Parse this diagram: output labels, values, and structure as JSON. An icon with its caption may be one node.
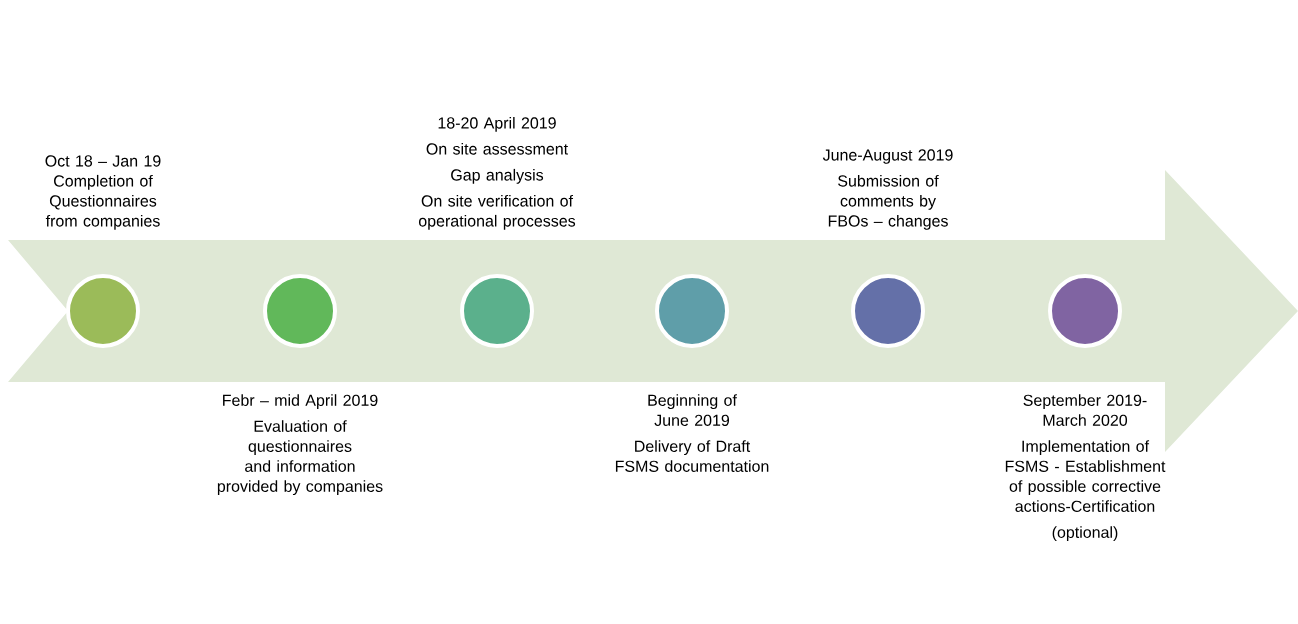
{
  "diagram": {
    "nodes": [
      {
        "text": [],
        "shape": "circle",
        "beside": [
          "Oct 18 – Jan 19 Completion of Questionnaires from companies"
        ]
      },
      {
        "text": [],
        "shape": "circle",
        "beside": [
          "Febr – mid April 2019",
          "Evaluation of questionnaires and information provided by companies"
        ]
      },
      {
        "text": [],
        "shape": "circle",
        "beside": [
          "18-20 April 2019",
          "On site assessment",
          "Gap analysis",
          "On site verification of operational processes"
        ]
      },
      {
        "text": [],
        "shape": "circle",
        "beside": [
          "Beginning of June 2019",
          "Delivery of Draft FSMS documentation"
        ]
      },
      {
        "text": [],
        "shape": "circle",
        "beside": [
          "June-August 2019",
          "Submission of comments by FBOs – changes"
        ]
      },
      {
        "text": [],
        "shape": "circle",
        "beside": [
          "September 2019-March 2020",
          "Implementation of FSMS - Establishment of possible corrective actions-Certification",
          "(optional)"
        ]
      }
    ]
  }
}
